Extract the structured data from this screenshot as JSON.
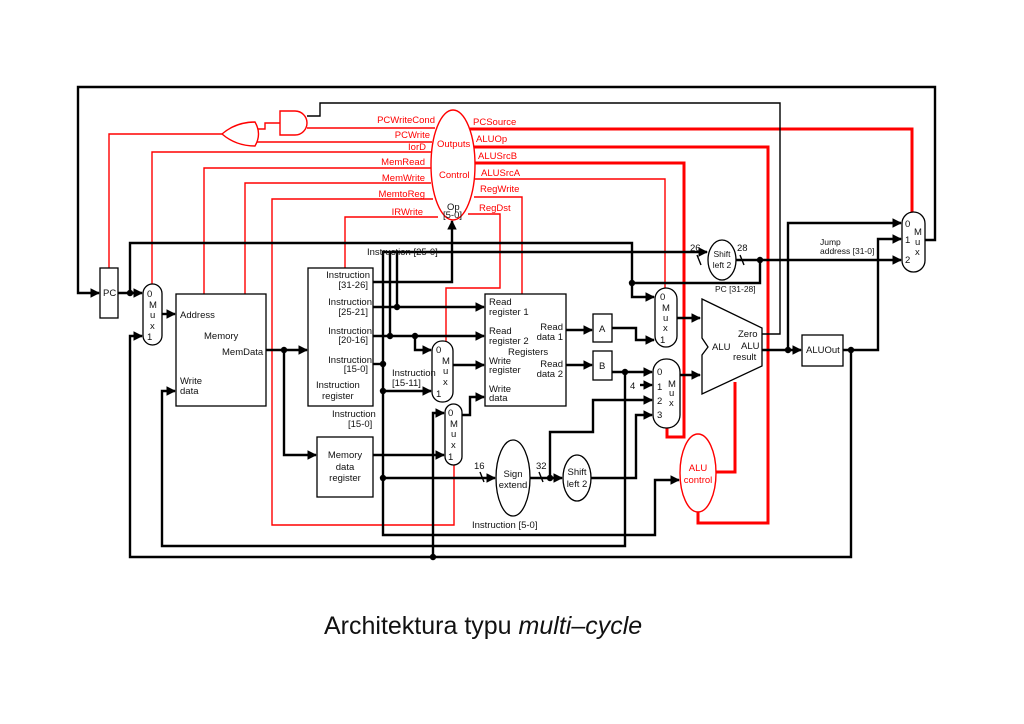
{
  "title": {
    "prefix": "Architektura typu ",
    "italic": "multi–cycle"
  },
  "colors": {
    "control": "#ff0000",
    "datapath": "#000000"
  },
  "control": {
    "outputs": "Outputs",
    "name": "Control",
    "op": "Op",
    "op_bits": "[5-0]",
    "left_signals": [
      "PCWriteCond",
      "PCWrite",
      "IorD",
      "MemRead",
      "MemWrite",
      "MemtoReg",
      "IRWrite"
    ],
    "right_signals": [
      "PCSource",
      "ALUOp",
      "ALUSrcB",
      "ALUSrcA",
      "RegWrite",
      "RegDst"
    ]
  },
  "pc": "PC",
  "mux": {
    "m": "M",
    "u": "u",
    "x": "x",
    "in0": "0",
    "in1": "1",
    "in2": "2",
    "in3": "3"
  },
  "memory": {
    "address": "Address",
    "name": "Memory",
    "memdata": "MemData",
    "write1": "Write",
    "write2": "data"
  },
  "ir": {
    "f1a": "Instruction",
    "f1b": "[31-26]",
    "f2b": "[25-21]",
    "f3b": "[20-16]",
    "f4b": "[15-0]",
    "name1": "Instruction",
    "name2": "register"
  },
  "labels": {
    "instr_25_0": "Instruction [25-0]",
    "instr_15_11a": "Instruction",
    "instr_15_11b": "[15-11]",
    "instr_15_0a": "Instruction",
    "instr_15_0b": "[15-0]",
    "instr_5_0": "Instruction [5-0]",
    "pc_31_28": "PC [31-28]",
    "jump1": "Jump",
    "jump2": "address [31-0]",
    "w26": "26",
    "w28": "28",
    "w16": "16",
    "w32": "32",
    "four": "4"
  },
  "mdr": {
    "l1": "Memory",
    "l2": "data",
    "l3": "register"
  },
  "registers": {
    "rr1a": "Read",
    "rr1b": "register 1",
    "rr2a": "Read",
    "rr2b": "register 2",
    "wra": "Write",
    "wrb": "register",
    "wda": "Write",
    "wdb": "data",
    "rd1a": "Read",
    "rd1b": "data 1",
    "rd2a": "Read",
    "rd2b": "data 2",
    "name": "Registers"
  },
  "a": "A",
  "b": "B",
  "alu": {
    "name": "ALU",
    "zero": "Zero",
    "res1": "ALU",
    "res2": "result"
  },
  "aluout": "ALUOut",
  "shift": {
    "l1": "Shift",
    "l2": "left 2"
  },
  "signext": {
    "l1": "Sign",
    "l2": "extend"
  },
  "alucontrol": {
    "l1": "ALU",
    "l2": "control"
  }
}
